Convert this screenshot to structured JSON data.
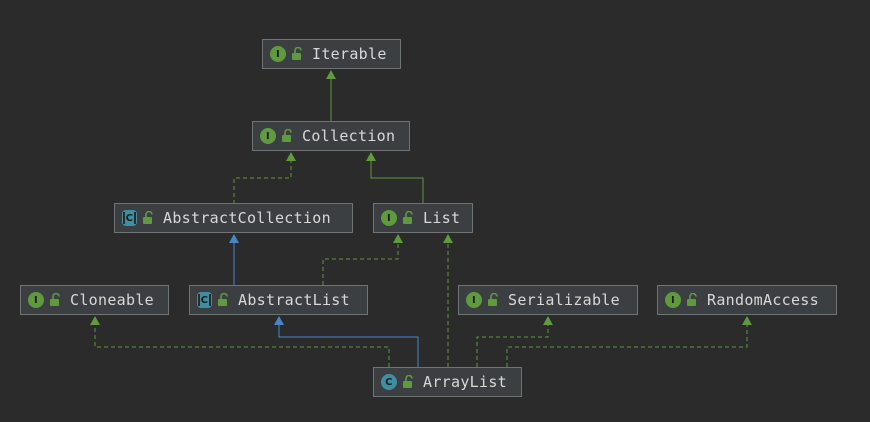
{
  "colors": {
    "background": "#2b2b2b",
    "node_fill": "#3c3f41",
    "node_border": "#6e7374",
    "interface_icon": "#5f9a3f",
    "class_icon": "#3d8fa1",
    "implements_edge": "#5f9a3f",
    "extends_edge": "#4a86c7"
  },
  "nodes": [
    {
      "id": "iterable",
      "label": "Iterable",
      "kind": "interface",
      "kind_letter": "I",
      "icon": "interface-icon"
    },
    {
      "id": "collection",
      "label": "Collection",
      "kind": "interface",
      "kind_letter": "I",
      "icon": "interface-icon"
    },
    {
      "id": "abstract-collection",
      "label": "AbstractCollection",
      "kind": "abstract",
      "kind_letter": "C",
      "icon": "abstract-class-icon"
    },
    {
      "id": "list",
      "label": "List",
      "kind": "interface",
      "kind_letter": "I",
      "icon": "interface-icon"
    },
    {
      "id": "cloneable",
      "label": "Cloneable",
      "kind": "interface",
      "kind_letter": "I",
      "icon": "interface-icon"
    },
    {
      "id": "abstract-list",
      "label": "AbstractList",
      "kind": "abstract",
      "kind_letter": "C",
      "icon": "abstract-class-icon"
    },
    {
      "id": "serializable",
      "label": "Serializable",
      "kind": "interface",
      "kind_letter": "I",
      "icon": "interface-icon"
    },
    {
      "id": "random-access",
      "label": "RandomAccess",
      "kind": "interface",
      "kind_letter": "I",
      "icon": "interface-icon"
    },
    {
      "id": "arraylist",
      "label": "ArrayList",
      "kind": "class",
      "kind_letter": "C",
      "icon": "class-icon"
    }
  ],
  "edges": [
    {
      "from": "collection",
      "to": "iterable",
      "type": "extends-interface",
      "style": "solid-green"
    },
    {
      "from": "abstract-collection",
      "to": "collection",
      "type": "implements",
      "style": "dashed-green"
    },
    {
      "from": "list",
      "to": "collection",
      "type": "extends-interface",
      "style": "solid-green"
    },
    {
      "from": "abstract-list",
      "to": "abstract-collection",
      "type": "extends",
      "style": "solid-blue"
    },
    {
      "from": "abstract-list",
      "to": "list",
      "type": "implements",
      "style": "dashed-green"
    },
    {
      "from": "arraylist",
      "to": "abstract-list",
      "type": "extends",
      "style": "solid-blue"
    },
    {
      "from": "arraylist",
      "to": "list",
      "type": "implements",
      "style": "dashed-green"
    },
    {
      "from": "arraylist",
      "to": "cloneable",
      "type": "implements",
      "style": "dashed-green"
    },
    {
      "from": "arraylist",
      "to": "serializable",
      "type": "implements",
      "style": "dashed-green"
    },
    {
      "from": "arraylist",
      "to": "random-access",
      "type": "implements",
      "style": "dashed-green"
    }
  ]
}
